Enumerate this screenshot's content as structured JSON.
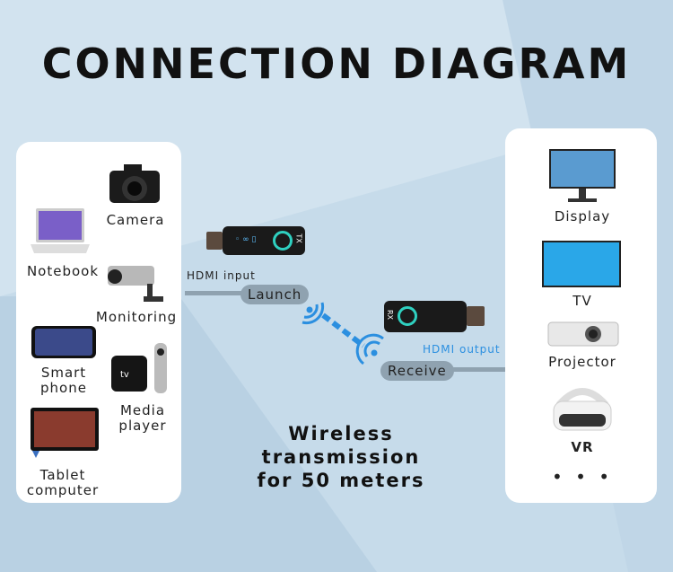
{
  "title": "CONNECTION DIAGRAM",
  "sources": [
    {
      "label": "Camera",
      "icon": "camera-icon"
    },
    {
      "label": "Notebook",
      "icon": "laptop-icon"
    },
    {
      "label": "Monitoring",
      "icon": "cctv-camera-icon"
    },
    {
      "label": "Smart phone",
      "icon": "smartphone-icon"
    },
    {
      "label": "Media player",
      "icon": "media-player-icon"
    },
    {
      "label": "Tablet computer",
      "icon": "tablet-icon"
    }
  ],
  "displays": [
    {
      "label": "Display",
      "icon": "monitor-icon"
    },
    {
      "label": "TV",
      "icon": "tv-icon"
    },
    {
      "label": "Projector",
      "icon": "projector-icon"
    },
    {
      "label": "VR",
      "icon": "vr-headset-icon"
    }
  ],
  "more": "• • •",
  "transmitter": {
    "tag": "TX",
    "input_label": "HDMI input",
    "pill": "Launch"
  },
  "receiver": {
    "tag": "RX",
    "output_label": "HDMI output",
    "pill": "Receive"
  },
  "caption": {
    "line1": "Wireless transmission",
    "line2": "for 50 meters"
  },
  "colors": {
    "accent": "#2b8fe0",
    "pill": "#8fa2b0",
    "background": "#c6dbea"
  }
}
